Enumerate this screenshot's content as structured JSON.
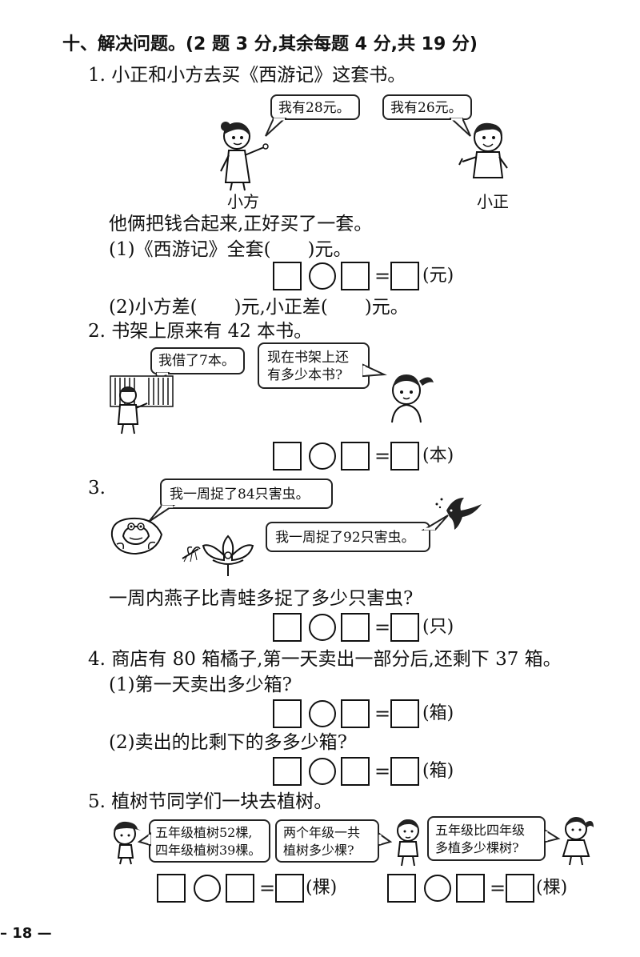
{
  "section_title": "十、解决问题。(2 题 3 分,其余每题 4 分,共 19 分)",
  "q1": {
    "stem": "1. 小正和小方去买《西游记》这套书。",
    "bubble_left": "我有28元。",
    "bubble_right": "我有26元。",
    "name_left": "小方",
    "name_right": "小正",
    "text": "他俩把钱合起来,正好买了一套。",
    "sub1": "(1)《西游记》全套(　　)元。",
    "unit1": "(元)",
    "sub2": "(2)小方差(　　)元,小正差(　　)元。"
  },
  "q2": {
    "stem": "2. 书架上原来有 42 本书。",
    "bubble_left": "我借了7本。",
    "bubble_right_line1": "现在书架上还",
    "bubble_right_line2": "有多少本书?",
    "unit": "(本)"
  },
  "q3": {
    "stem": "3.",
    "bubble_top": "我一周捉了84只害虫。",
    "bubble_bottom": "我一周捉了92只害虫。",
    "question": "一周内燕子比青蛙多捉了多少只害虫?",
    "unit": "(只)"
  },
  "q4": {
    "stem": "4. 商店有 80 箱橘子,第一天卖出一部分后,还剩下 37 箱。",
    "sub1": "(1)第一天卖出多少箱?",
    "unit1": "(箱)",
    "sub2": "(2)卖出的比剩下的多多少箱?",
    "unit2": "(箱)"
  },
  "q5": {
    "stem": "5. 植树节同学们一块去植树。",
    "bubble1_line1": "五年级植树52棵,",
    "bubble1_line2": "四年级植树39棵。",
    "bubble2_line1": "两个年级一共",
    "bubble2_line2": "植树多少棵?",
    "bubble3_line1": "五年级比四年级",
    "bubble3_line2": "多植多少棵树?",
    "unit_left": "(棵)",
    "unit_right": "(棵)"
  },
  "equation": {
    "equals": "="
  },
  "footer": "– 18 —"
}
